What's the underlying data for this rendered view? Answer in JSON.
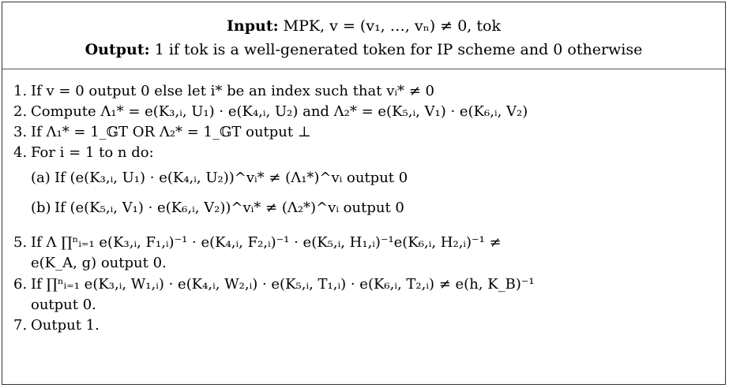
{
  "header": {
    "input_label": "Input:",
    "input_value": "MPK, v = (v₁, …, vₙ) ≠ 0, tok",
    "output_label": "Output:",
    "output_value": "1 if tok is a well-generated token for IP scheme and 0 otherwise"
  },
  "steps": [
    {
      "num": "1.",
      "text": "If v = 0 output 0 else let i* be an index such that vᵢ* ≠ 0"
    },
    {
      "num": "2.",
      "text": "Compute Λ₁* = e(K₃,ᵢ, U₁) · e(K₄,ᵢ, U₂) and Λ₂* = e(K₅,ᵢ, V₁) · e(K₆,ᵢ, V₂)"
    },
    {
      "num": "3.",
      "text": "If Λ₁* = 1_𝔾T OR Λ₂* = 1_𝔾T output ⊥"
    },
    {
      "num": "4.",
      "text": "For i = 1 to n do:"
    },
    {
      "num": "(a)",
      "text": "If (e(K₃,ᵢ, U₁) · e(K₄,ᵢ, U₂))^vᵢ* ≠ (Λ₁*)^vᵢ output 0"
    },
    {
      "num": "(b)",
      "text": "If (e(K₅,ᵢ, V₁) · e(K₆,ᵢ, V₂))^vᵢ* ≠ (Λ₂*)^vᵢ output 0"
    },
    {
      "num": "5.",
      "text": "If Λ ∏ⁿᵢ₌₁ e(K₃,ᵢ, F₁,ᵢ)⁻¹ · e(K₄,ᵢ, F₂,ᵢ)⁻¹ · e(K₅,ᵢ, H₁,ᵢ)⁻¹e(K₆,ᵢ, H₂,ᵢ)⁻¹ ≠",
      "cont": "e(K_A, g) output 0."
    },
    {
      "num": "6.",
      "text": "If ∏ⁿᵢ₌₁ e(K₃,ᵢ, W₁,ᵢ) · e(K₄,ᵢ, W₂,ᵢ) · e(K₅,ᵢ, T₁,ᵢ) · e(K₆,ᵢ, T₂,ᵢ) ≠ e(h, K_B)⁻¹",
      "cont": "output 0."
    },
    {
      "num": "7.",
      "text": "Output 1."
    }
  ]
}
